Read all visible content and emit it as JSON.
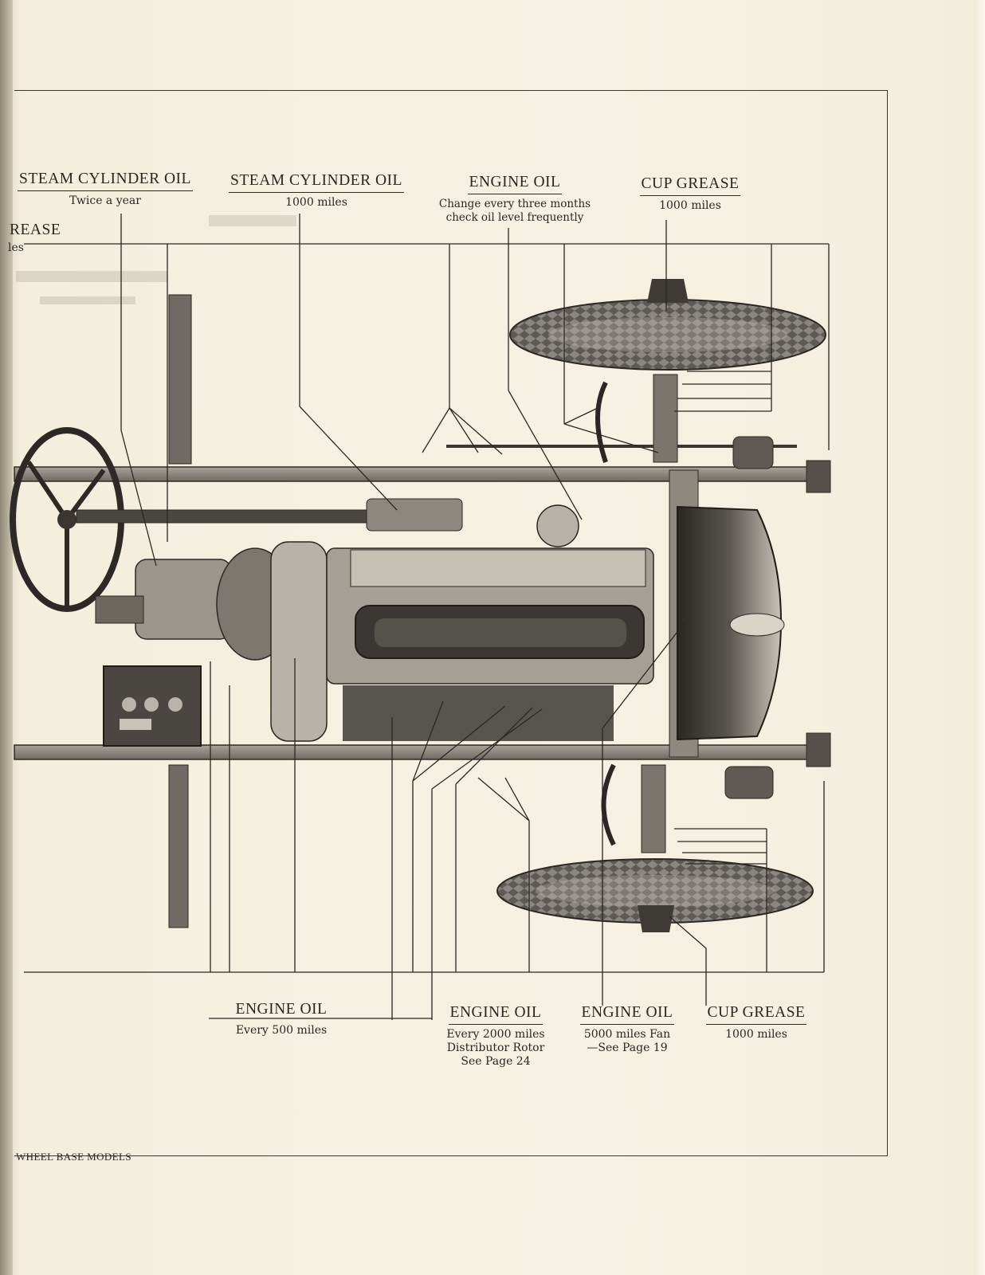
{
  "top_labels": [
    {
      "title": "STEAM CYLINDER OIL",
      "subtitle": "Twice a year"
    },
    {
      "title": "STEAM CYLINDER OIL",
      "subtitle": "1000 miles"
    },
    {
      "title": "ENGINE OIL",
      "subtitle": "Change every three months check oil level frequently"
    },
    {
      "title": "CUP GREASE",
      "subtitle": "1000 miles"
    }
  ],
  "left_partial_label": {
    "title": "REASE",
    "subtitle": "les"
  },
  "bottom_labels": [
    {
      "title": "ENGINE OIL",
      "subtitle": "Every 500 miles"
    },
    {
      "title": "ENGINE OIL",
      "subtitle": "Every 2000 miles Distributor Rotor See Page 24"
    },
    {
      "title": "ENGINE OIL",
      "subtitle": "5000 miles Fan—See Page 19"
    },
    {
      "title": "CUP GREASE",
      "subtitle": "1000 miles"
    }
  ],
  "footer": "WHEEL BASE MODELS"
}
